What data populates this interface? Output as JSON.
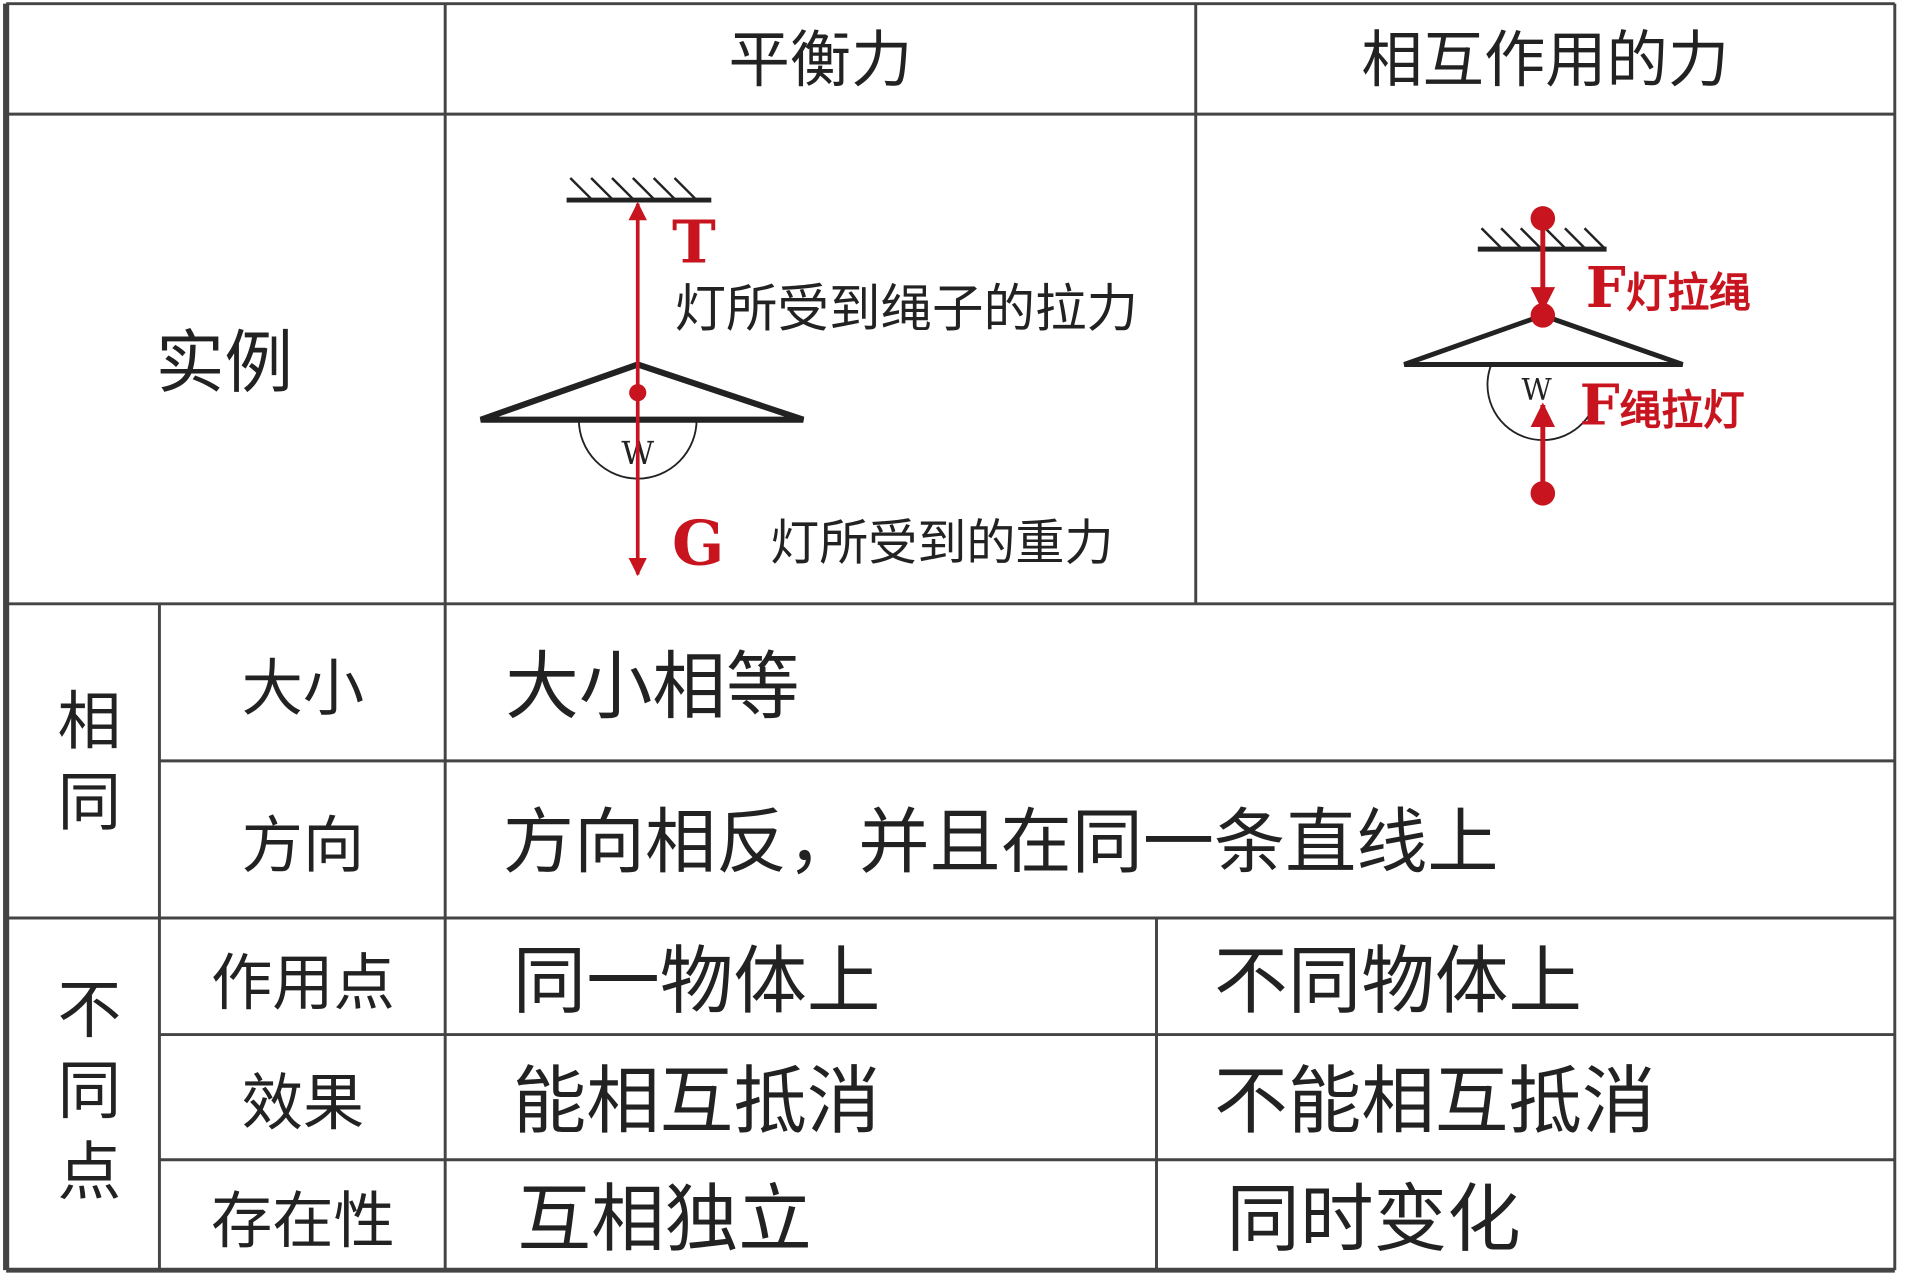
{
  "header": {
    "blank": "",
    "col_balanced": "平衡力",
    "col_interaction": "相互作用的力"
  },
  "example_row": {
    "label": "实例",
    "balanced_diagram": {
      "force_T": "T",
      "force_T_desc": "灯所受到绳子的拉力",
      "force_G": "G",
      "force_G_desc": "灯所受到的重力",
      "bulb_label": "W"
    },
    "interaction_diagram": {
      "force_1": "F",
      "force_1_sub": "灯拉绳",
      "force_2": "F",
      "force_2_sub": "绳拉灯",
      "bulb_label": "W"
    }
  },
  "same_group": {
    "label": "相同",
    "rows": [
      {
        "label": "大小",
        "value": "大小相等"
      },
      {
        "label": "方向",
        "value": "方向相反，并且在同一条直线上"
      }
    ]
  },
  "diff_group": {
    "label": "不同点",
    "rows": [
      {
        "label": "作用点",
        "balanced": "同一物体上",
        "interaction": "不同物体上"
      },
      {
        "label": "效果",
        "balanced": "能相互抵消",
        "interaction": "不能相互抵消"
      },
      {
        "label": "存在性",
        "balanced": "互相独立",
        "interaction": "同时变化"
      }
    ]
  },
  "colors": {
    "force_red": "#c8141e",
    "line": "#444444"
  }
}
